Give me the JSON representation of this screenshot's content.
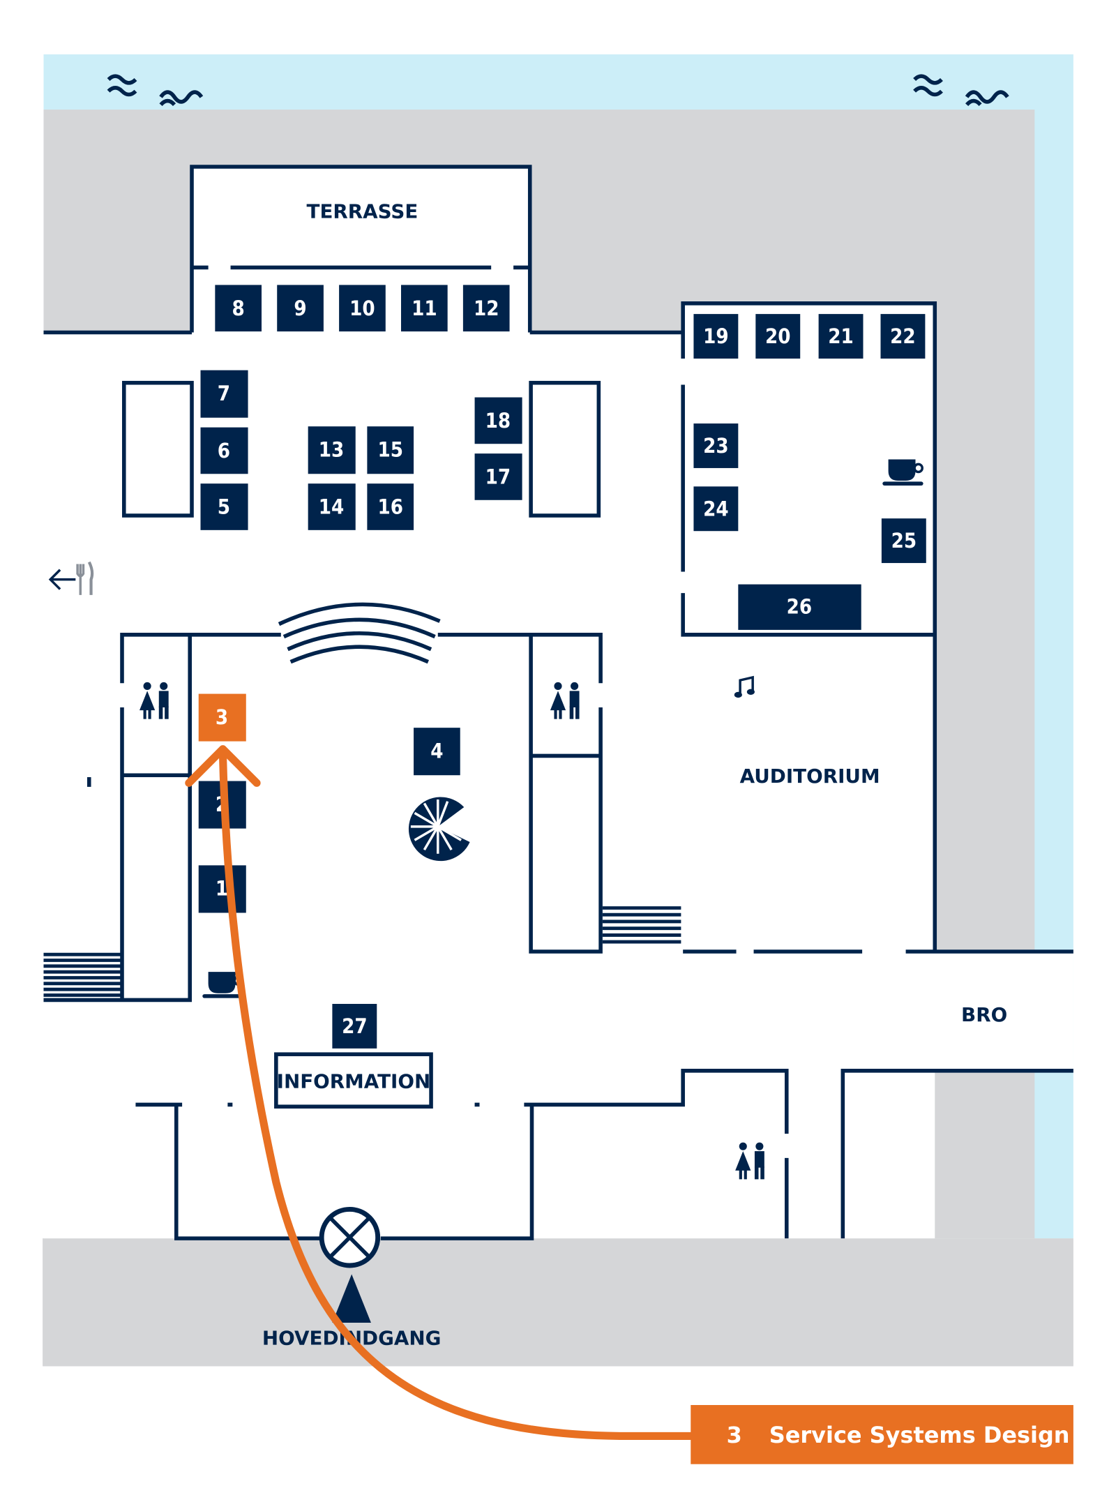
{
  "labels": {
    "terrace": "TERRASSE",
    "auditorium": "AUDITORIUM",
    "bridge": "BRO",
    "information": "INFORMATION",
    "main_entrance": "HOVEDINDGANG"
  },
  "booths": [
    "1",
    "2",
    "3",
    "4",
    "5",
    "6",
    "7",
    "8",
    "9",
    "10",
    "11",
    "12",
    "13",
    "14",
    "15",
    "16",
    "17",
    "18",
    "19",
    "20",
    "21",
    "22",
    "23",
    "24",
    "25",
    "26",
    "27"
  ],
  "highlight": {
    "booth_number": "3",
    "exhibitor_name": "Service Systems Design"
  },
  "icons": [
    "water-wave-icon",
    "toilet-icon",
    "coffee-cup-icon",
    "music-note-icon",
    "restaurant-arrow-icon",
    "spiral-staircase-icon",
    "stairs-icon",
    "entrance-marker-icon",
    "speaker-stage-icon"
  ],
  "colors": {
    "navy": "#00234B",
    "highlight": "#E87022",
    "water": "#CCEEF8",
    "ground": "#D5D6D8"
  }
}
